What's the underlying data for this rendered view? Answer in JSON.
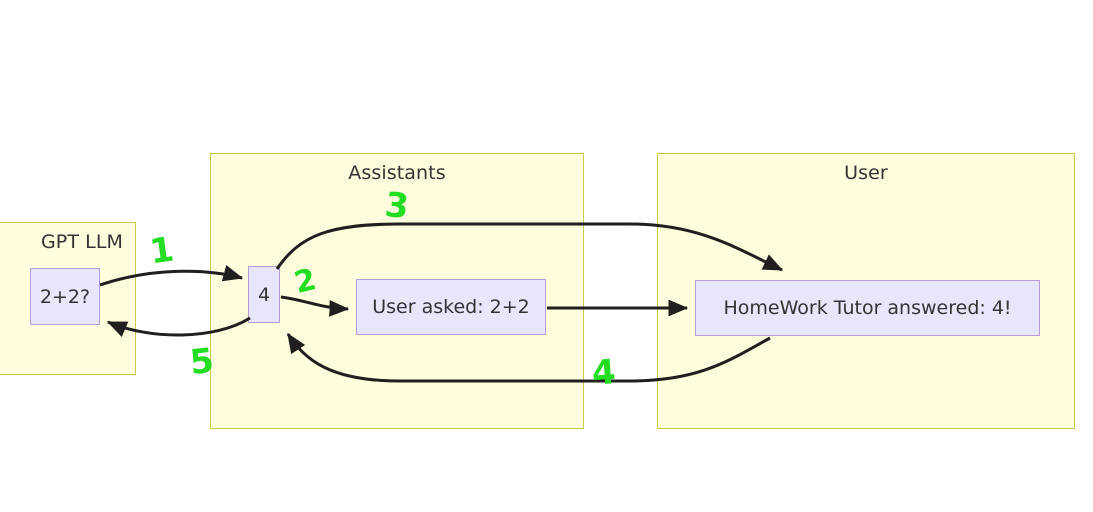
{
  "diagram": {
    "title": "",
    "background": "#ffffff",
    "group_fill": "#fffdde",
    "group_stroke": "#ccc94a",
    "node_fill": "#e8e6fb",
    "node_stroke": "#b39ddb",
    "edge_color": "#1f1f1f",
    "annotation_color": "#22dd22"
  },
  "groups": [
    {
      "id": "gpt",
      "label": "GPT LLM"
    },
    {
      "id": "assistants",
      "label": "Assistants"
    },
    {
      "id": "user",
      "label": "User"
    }
  ],
  "nodes": [
    {
      "id": "question",
      "label": "2+2?"
    },
    {
      "id": "answer",
      "label": "4"
    },
    {
      "id": "user_asked",
      "label": "User asked: 2+2"
    },
    {
      "id": "tutor_answered",
      "label": "HomeWork Tutor answered: 4!"
    }
  ],
  "edges": [
    {
      "id": "e1",
      "from": "question",
      "to": "answer",
      "label": ""
    },
    {
      "id": "e2",
      "from": "answer",
      "to": "user_asked",
      "label": ""
    },
    {
      "id": "e3",
      "from": "answer",
      "to": "tutor_answered",
      "label": ""
    },
    {
      "id": "e4",
      "from": "user_asked",
      "to": "tutor_answered",
      "label": ""
    },
    {
      "id": "e5",
      "from": "tutor_answered",
      "to": "answer",
      "label": ""
    },
    {
      "id": "e6",
      "from": "answer",
      "to": "question",
      "label": ""
    }
  ],
  "annotations": [
    {
      "id": "a1",
      "label": "1"
    },
    {
      "id": "a2",
      "label": "2"
    },
    {
      "id": "a3",
      "label": "3"
    },
    {
      "id": "a4",
      "label": "4"
    },
    {
      "id": "a5",
      "label": "5"
    }
  ]
}
